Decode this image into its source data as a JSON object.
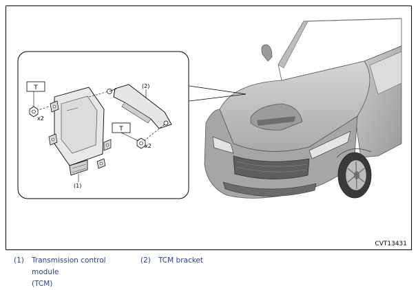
{
  "figure": {
    "code": "CVT13431",
    "callouts": {
      "part1": "(1)",
      "part2": "(2)",
      "torque1": "T",
      "torque2": "T",
      "qty1": "x2",
      "qty2": "x2"
    }
  },
  "legend": {
    "items": [
      {
        "number": "(1)",
        "text_line1": "Transmission control module",
        "text_line2": "(TCM)"
      },
      {
        "number": "(2)",
        "text_line1": "TCM bracket",
        "text_line2": ""
      }
    ]
  },
  "colors": {
    "legend_text": "#2c3f8f",
    "car_body": "#b8b8b8",
    "car_shadow": "#8a8a8a",
    "window": "#ffffff"
  }
}
